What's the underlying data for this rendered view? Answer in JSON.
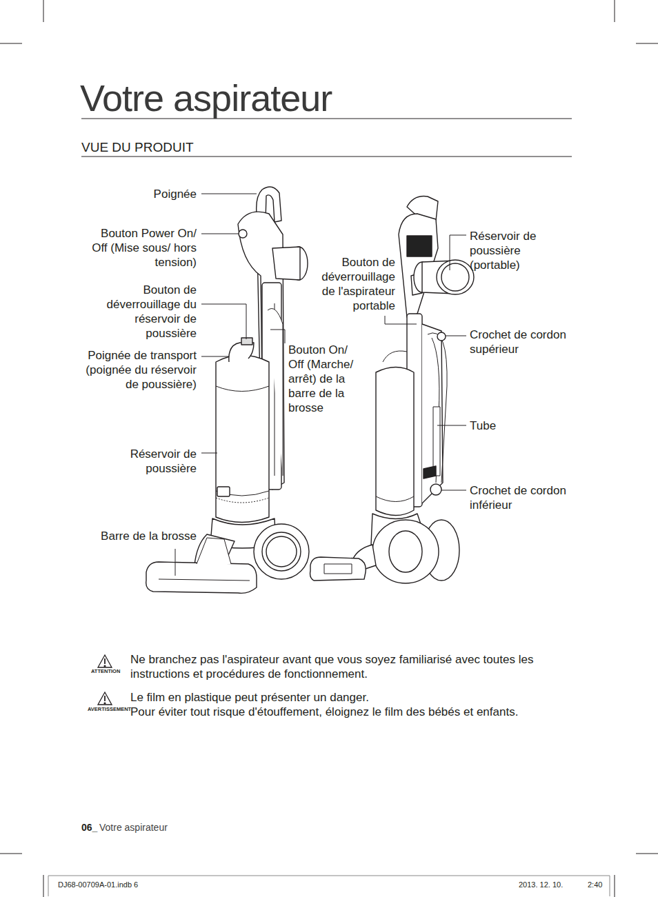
{
  "diagram": {
    "title": "Votre aspirateur",
    "labels": [
      "VUE DU PRODUIT",
      "Poignée",
      "Bouton Power On/ Off (Mise sous/ hors tension)",
      "Bouton de déverrouillage du réservoir de poussière",
      "Poignée de transport (poignée du réservoir de poussière)",
      "Réservoir de poussière",
      "Barre de la brosse",
      "Bouton de déverrouillage de l'aspirateur portable",
      "Bouton On/ Off (Marche/ arrêt) de la barre de la brosse",
      "Réservoir de poussière (portable)",
      "Crochet de cordon supérieur",
      "Tube",
      "Crochet de cordon inférieur",
      "ATTENTION",
      "Ne branchez pas l'aspirateur avant que vous soyez familiarisé avec toutes les instructions et procédures de fonctionnement.",
      "AVERTISSEMENT",
      "Le film en plastique peut présenter un danger.",
      "Pour éviter tout risque d'étouffement, éloignez le film des bébés et enfants.",
      "06_",
      "Votre aspirateur",
      "DJ68-00709A-01.indb 6",
      "2013. 12. 10.",
      "2:40"
    ]
  }
}
